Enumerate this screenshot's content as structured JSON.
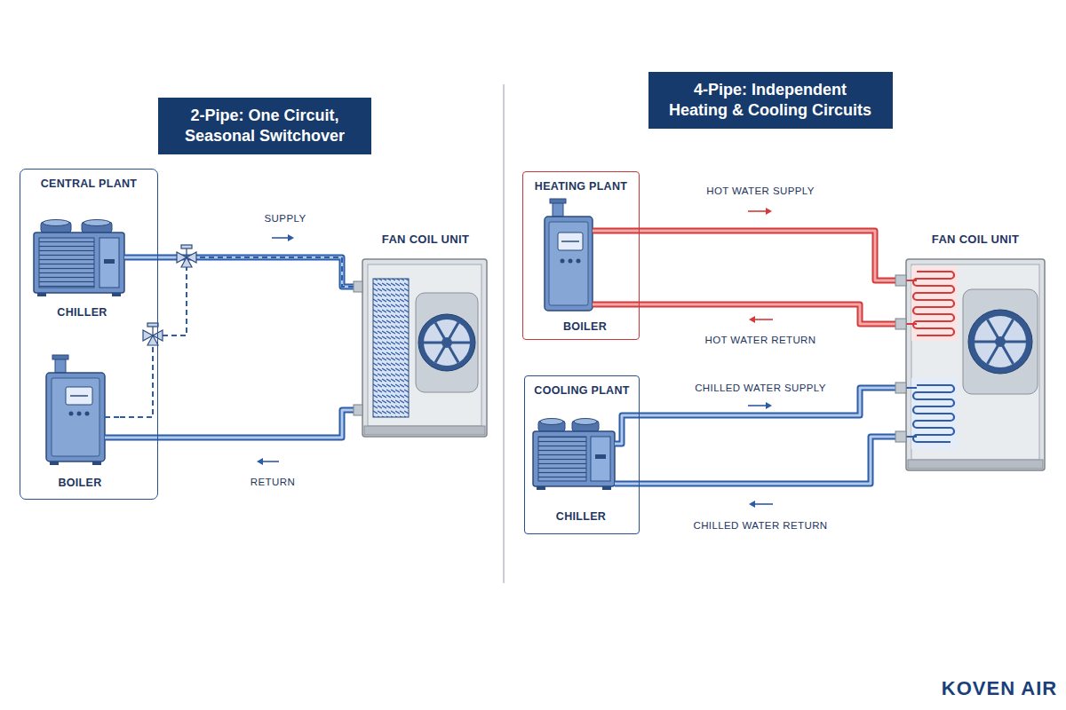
{
  "diagram": {
    "nodes": [
      {
        "text": [
          "2-Pipe: One Circuit, Seasonal Switchover"
        ]
      },
      {
        "text": [
          "CENTRAL PLANT"
        ]
      },
      {
        "text": [
          "CHILLER"
        ],
        "in": 1
      },
      {
        "text": [
          "BOILER"
        ],
        "in": 1
      },
      {
        "text": [
          "FAN COIL UNIT"
        ]
      },
      {
        "text": [
          "4-Pipe: Independent Heating & Cooling Circuits"
        ]
      },
      {
        "text": [
          "HEATING PLANT"
        ]
      },
      {
        "text": [
          "BOILER"
        ],
        "in": 6
      },
      {
        "text": [
          "FAN COIL UNIT"
        ]
      },
      {
        "text": [
          "COOLING PLANT"
        ]
      },
      {
        "text": [
          "CHILLER"
        ],
        "in": 9
      }
    ],
    "edges": [
      {
        "from": 2,
        "to": 4,
        "arrow": "none",
        "label": "SUPPLY"
      },
      {
        "from": 3,
        "to": 4,
        "arrow": "none"
      },
      {
        "from": 4,
        "to": 3,
        "arrow": "none",
        "label": "RETURN"
      },
      {
        "from": 7,
        "to": 8,
        "arrow": "none",
        "label": "HOT WATER SUPPLY"
      },
      {
        "from": 8,
        "to": 7,
        "arrow": "none",
        "label": "HOT WATER RETURN"
      },
      {
        "from": 10,
        "to": 8,
        "arrow": "none",
        "label": "CHILLED WATER SUPPLY"
      },
      {
        "from": 8,
        "to": 10,
        "arrow": "none",
        "label": "CHILLED WATER RETURN"
      }
    ],
    "labels": [
      "KOVEN AIR"
    ]
  }
}
